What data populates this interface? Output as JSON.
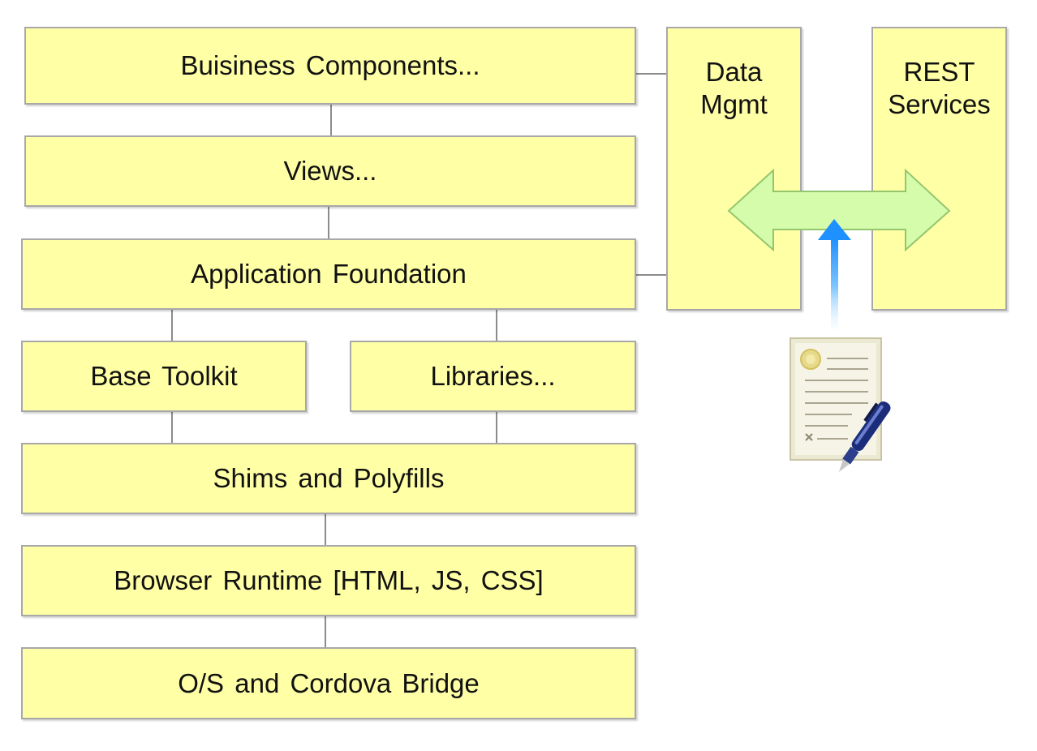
{
  "layers": {
    "business_components": "Buisiness Components...",
    "views": "Views...",
    "application_foundation": "Application Foundation",
    "base_toolkit": "Base Toolkit",
    "libraries": "Libraries...",
    "shims_polyfills": "Shims and Polyfills",
    "browser_runtime": "Browser Runtime [HTML, JS, CSS]",
    "os_cordova": "O/S and Cordova Bridge"
  },
  "side": {
    "data_mgmt": "Data\nMgmt",
    "rest_services": "REST\nServices"
  },
  "icons": {
    "double_arrow": "double-headed-arrow-icon",
    "up_arrow": "up-arrow-icon",
    "contract": "contract-document-with-pen-icon"
  },
  "colors": {
    "box_fill": "#ffffa6",
    "box_border": "#a8a8a8",
    "connector": "#8c8c8c",
    "double_arrow_fill": "#d5fcaa",
    "up_arrow_fill": "#1e90ff"
  }
}
